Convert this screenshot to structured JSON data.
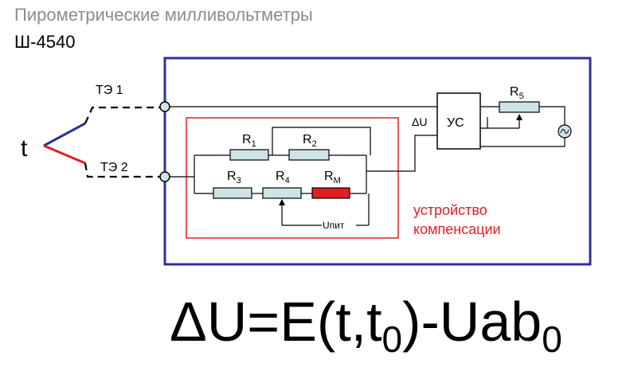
{
  "header": {
    "title": "Пирометрические милливольтметры",
    "subtitle": "Ш-4540"
  },
  "diagram": {
    "temperature_label": "t",
    "thermocouple_1": "ТЭ 1",
    "thermocouple_2": "ТЭ 2",
    "delta_u": "ΔU",
    "amplifier": "УС",
    "r5": {
      "base": "R",
      "sub": "5"
    },
    "r1": {
      "base": "R",
      "sub": "1"
    },
    "r2": {
      "base": "R",
      "sub": "2"
    },
    "r3": {
      "base": "R",
      "sub": "3"
    },
    "r4": {
      "base": "R",
      "sub": "4"
    },
    "rm": {
      "base": "R",
      "sub": "M"
    },
    "supply_voltage": "Uпит",
    "compensation_line1": "устройство",
    "compensation_line2": "компенсации"
  },
  "formula": {
    "prefix": "ΔU=E(t,t",
    "sub1": "0",
    "middle": ")-Uab",
    "sub2": "0"
  },
  "colors": {
    "device_frame": "#2e3192",
    "compensation_frame": "#e31e24",
    "resistor_fill": "#cde3e6",
    "rm_fill": "#e31e24",
    "thermocouple_positive": "#2e3192",
    "thermocouple_negative": "#e31e24",
    "terminal_fill": "#cde3e6"
  }
}
